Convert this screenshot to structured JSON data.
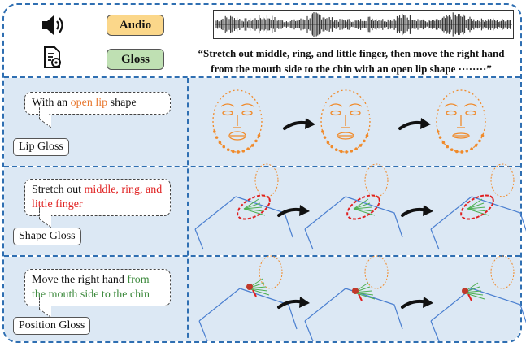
{
  "header": {
    "audio_label": "Audio",
    "gloss_label": "Gloss",
    "icons": [
      "speaker-icon",
      "document-settings-icon"
    ],
    "quote_line1": "“Stretch out middle, ring, and little finger, then move the right hand",
    "quote_line2": "from the mouth side to the chin with an open lip shape ········”"
  },
  "rows": [
    {
      "bubble_pre": "With an ",
      "bubble_highlight": "open lip",
      "bubble_post": " shape",
      "highlight_color": "#e8772e",
      "label": "Lip Gloss"
    },
    {
      "bubble_pre": "Stretch out ",
      "bubble_highlight": "middle, ring, and little finger",
      "bubble_post": "",
      "highlight_color": "#e02020",
      "label": "Shape Gloss"
    },
    {
      "bubble_pre": "Move the right hand ",
      "bubble_highlight": "from the mouth side to the chin",
      "bubble_post": "",
      "highlight_color": "#3d8a3d",
      "label": "Position Gloss"
    }
  ],
  "colors": {
    "frame": "#2f6fb2",
    "row_background": "#dce8f4",
    "audio_pill": "#fbd78a",
    "gloss_pill": "#bfe0b3",
    "face_keypoints": "#f08a2a",
    "body_lines": "#4a7fd0",
    "hand_lines": "#4caf50",
    "ellipse": "#e02020"
  }
}
